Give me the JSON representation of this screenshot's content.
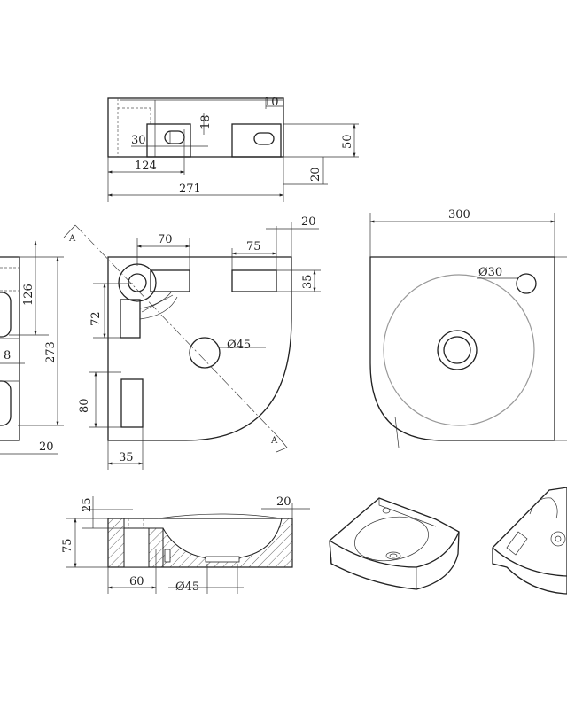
{
  "drawing": {
    "top_view": {
      "dim_10": "10",
      "dim_18": "18",
      "dim_30": "30",
      "dim_50": "50",
      "dim_20": "20",
      "dim_124": "124",
      "dim_271": "271"
    },
    "left_view": {
      "dim_126": "126",
      "dim_273": "273",
      "dim_8": "8",
      "dim_20": "20"
    },
    "plan_view": {
      "dim_70": "70",
      "dim_75": "75",
      "dim_20": "20",
      "dim_35_right": "35",
      "dim_72": "72",
      "dim_80": "80",
      "dim_35_bottom": "35",
      "dim_dia45": "Ø45",
      "section_a_top": "A",
      "section_a_bottom": "A"
    },
    "bowl_view": {
      "dim_300": "300",
      "dim_dia30": "Ø30"
    },
    "section_view": {
      "dim_25": "25",
      "dim_20": "20",
      "dim_75": "75",
      "dim_60": "60",
      "dim_dia45": "Ø45"
    }
  }
}
